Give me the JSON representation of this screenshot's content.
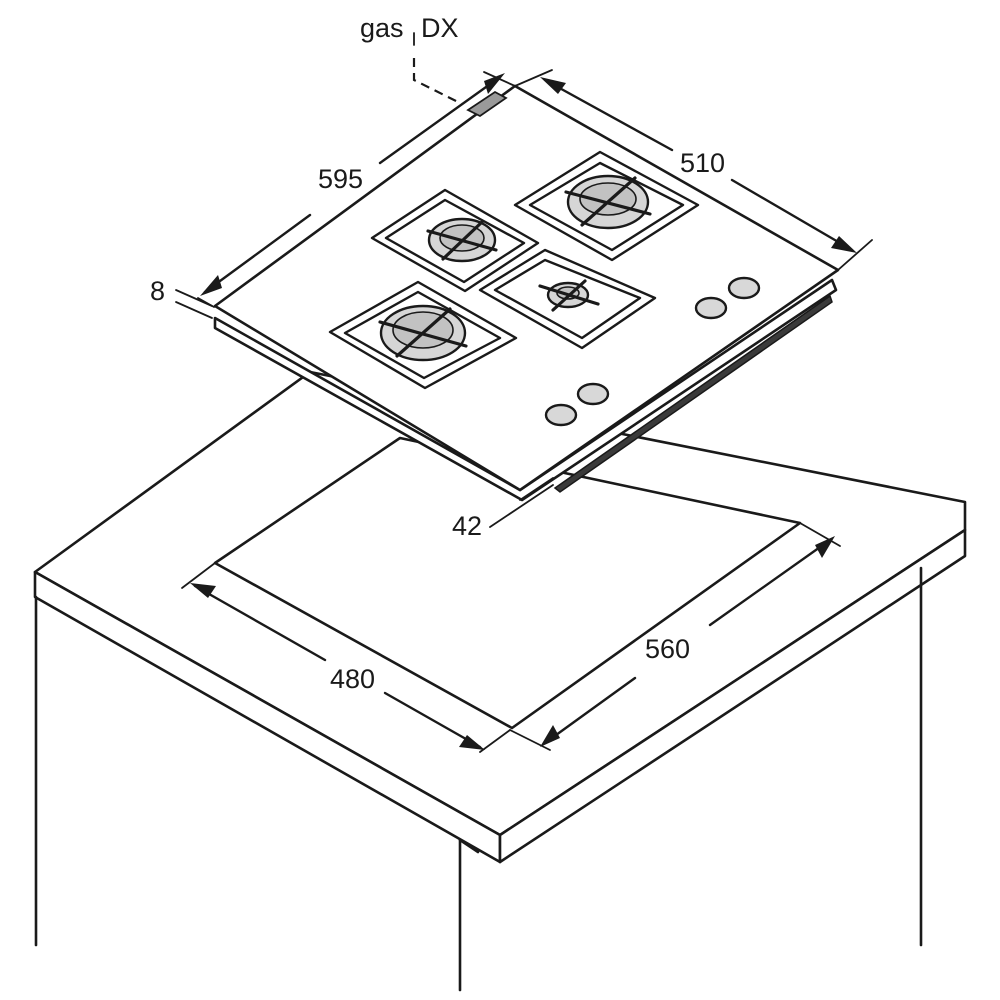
{
  "diagram": {
    "gas_label": "gas",
    "gas_side_label": "DX",
    "dimensions": {
      "hob_depth": "595",
      "hob_width": "510",
      "hob_rim": "8",
      "hob_height": "42",
      "cutout_depth": "480",
      "cutout_width": "560"
    }
  }
}
